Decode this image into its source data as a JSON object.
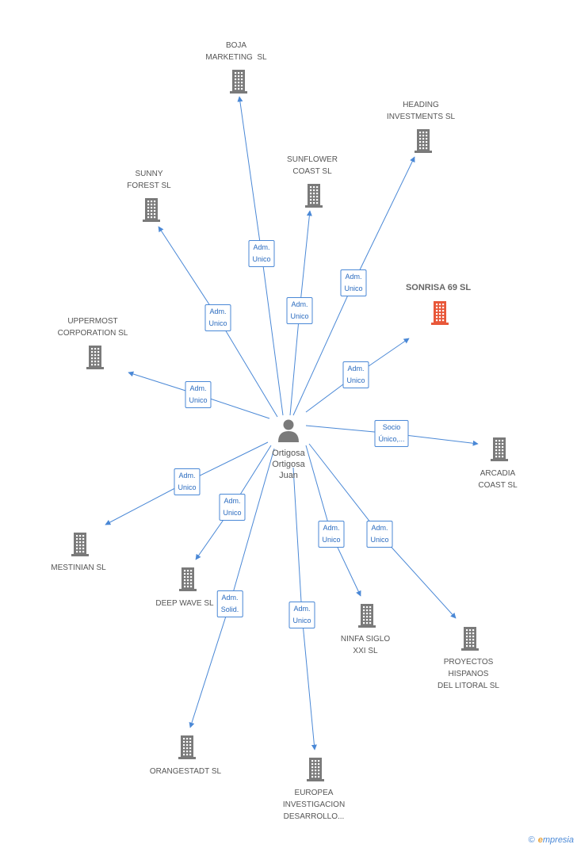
{
  "center": {
    "name": "Ortigosa\nOrtigosa\nJuan",
    "icon": "person-icon"
  },
  "colors": {
    "edge": "#4a88d6",
    "building": "#7a7a7a",
    "highlight": "#e8583a"
  },
  "companies": [
    {
      "id": "boja",
      "label": "BOJA\nMARKETING  SL",
      "highlight": false
    },
    {
      "id": "heading",
      "label": "HEADING\nINVESTMENTS SL",
      "highlight": false
    },
    {
      "id": "sunflower",
      "label": "SUNFLOWER\nCOAST SL",
      "highlight": false
    },
    {
      "id": "sunny",
      "label": "SUNNY\nFOREST SL",
      "highlight": false
    },
    {
      "id": "sonrisa",
      "label": "SONRISA 69 SL",
      "highlight": true
    },
    {
      "id": "uppermost",
      "label": "UPPERMOST\nCORPORATION SL",
      "highlight": false
    },
    {
      "id": "arcadia",
      "label": "ARCADIA\nCOAST SL",
      "highlight": false
    },
    {
      "id": "mestinian",
      "label": "MESTINIAN SL",
      "highlight": false
    },
    {
      "id": "deepwave",
      "label": "DEEP WAVE SL",
      "highlight": false
    },
    {
      "id": "ninfa",
      "label": "NINFA SIGLO\nXXI SL",
      "highlight": false
    },
    {
      "id": "proyectos",
      "label": "PROYECTOS\nHISPANOS\nDEL LITORAL SL",
      "highlight": false
    },
    {
      "id": "orangestadt",
      "label": "ORANGESTADT SL",
      "highlight": false
    },
    {
      "id": "europea",
      "label": "EUROPEA\nINVESTIGACION\nDESARROLLO...",
      "highlight": false
    }
  ],
  "edges": [
    {
      "to": "boja",
      "label": "Adm.\nUnico"
    },
    {
      "to": "heading",
      "label": "Adm.\nUnico"
    },
    {
      "to": "sunflower",
      "label": "Adm.\nUnico"
    },
    {
      "to": "sunny",
      "label": "Adm.\nUnico"
    },
    {
      "to": "sonrisa",
      "label": "Adm.\nUnico"
    },
    {
      "to": "uppermost",
      "label": "Adm.\nUnico"
    },
    {
      "to": "arcadia",
      "label": "Socio\nÚnico,..."
    },
    {
      "to": "mestinian",
      "label": "Adm.\nUnico"
    },
    {
      "to": "deepwave",
      "label": "Adm.\nUnico"
    },
    {
      "to": "ninfa",
      "label": "Adm.\nUnico"
    },
    {
      "to": "proyectos",
      "label": "Adm.\nUnico"
    },
    {
      "to": "orangestadt",
      "label": "Adm.\nSolid."
    },
    {
      "to": "europea",
      "label": "Adm.\nUnico"
    }
  ],
  "footer": {
    "copyright": "©",
    "brand_e": "e",
    "brand_rest": "mpresia"
  }
}
